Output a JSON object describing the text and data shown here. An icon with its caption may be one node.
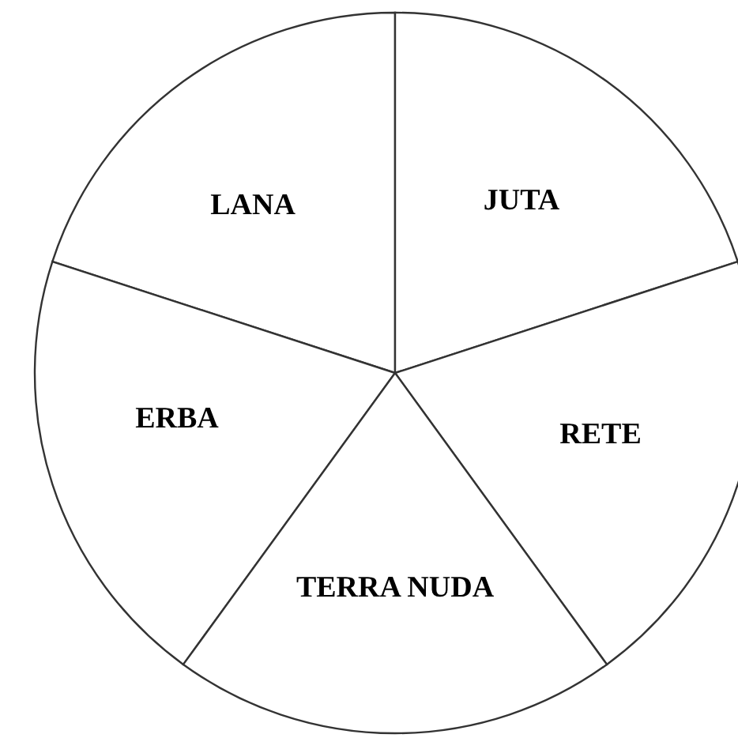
{
  "diagram": {
    "nodes": [
      {
        "text": [
          "LANA"
        ]
      },
      {
        "text": [
          "JUTA"
        ]
      },
      {
        "text": [
          "ERBA"
        ]
      },
      {
        "text": [
          "RETE"
        ]
      },
      {
        "text": [
          "TERRA NUDA"
        ]
      }
    ]
  }
}
